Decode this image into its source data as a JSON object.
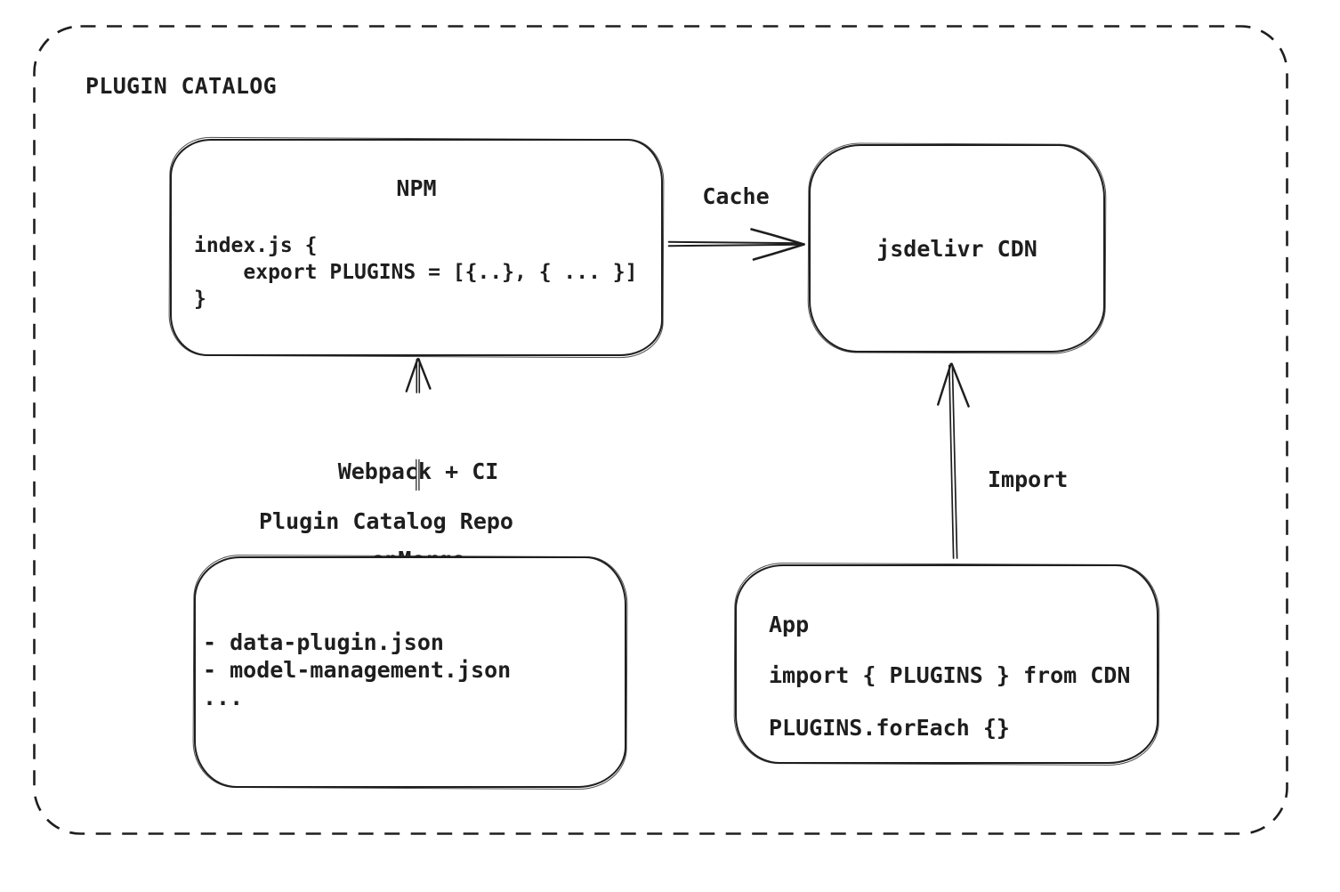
{
  "frame": {
    "title": "PLUGIN CATALOG"
  },
  "nodes": {
    "npm": {
      "title": "NPM",
      "code": "index.js {\n    export PLUGINS = [{..}, { ... }]\n}"
    },
    "jsdelivr": {
      "label": "jsdelivr CDN"
    },
    "repo": {
      "label": "Plugin Catalog Repo",
      "files": "- data-plugin.json\n- model-management.json\n..."
    },
    "app": {
      "title": "App",
      "import_line": "import { PLUGINS } from CDN",
      "foreach_line": "PLUGINS.forEach {}"
    }
  },
  "edges": {
    "cache": {
      "label": "Cache",
      "from": "NPM",
      "to": "jsdelivr CDN"
    },
    "build": {
      "label_line1": "Webpack + CI",
      "label_line2": "onMerge",
      "from": "Plugin Catalog Repo",
      "to": "NPM"
    },
    "import": {
      "label": "Import",
      "from": "App",
      "to": "jsdelivr CDN"
    }
  },
  "colors": {
    "stroke": "#1e1e1e",
    "background": "#ffffff"
  }
}
